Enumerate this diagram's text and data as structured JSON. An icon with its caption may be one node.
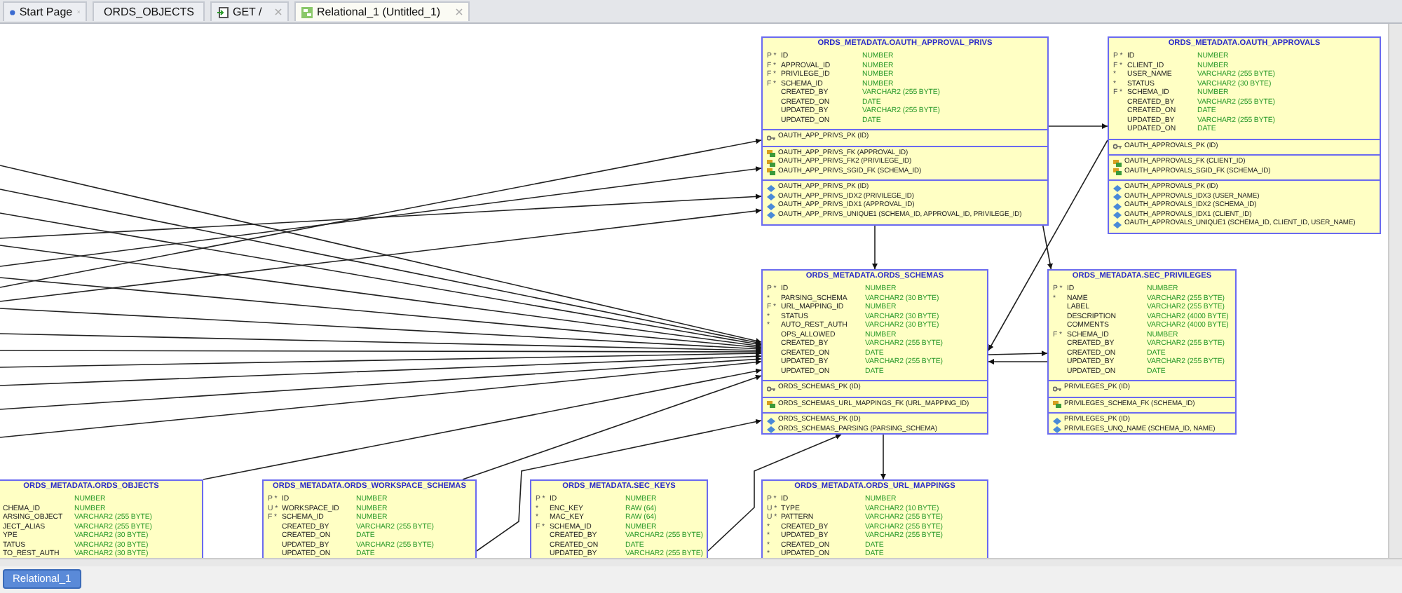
{
  "diagram": {
    "nodes": [
      {
        "text": [
          "ORDS_METADATA.OAUTH_APPROVAL_PRIVS"
        ]
      },
      {
        "in": 0,
        "text": [
          "P *",
          "F *",
          "F *",
          "F *"
        ]
      },
      {
        "in": 0,
        "text": [
          "ID",
          "APPROVAL_ID",
          "PRIVILEGE_ID",
          "SCHEMA_ID",
          "CREATED_BY",
          "CREATED_ON",
          "UPDATED_BY",
          "UPDATED_ON"
        ]
      },
      {
        "in": 0,
        "text": [
          "NUMBER",
          "NUMBER",
          "NUMBER",
          "NUMBER",
          "VARCHAR2 (255 BYTE)",
          "DATE",
          "VARCHAR2 (255 BYTE)",
          "DATE"
        ]
      },
      {
        "in": 0,
        "text": [
          "OAUTH_APP_PRIVS_PK (ID)"
        ]
      },
      {
        "in": 0,
        "text": [
          "OAUTH_APP_PRIVS_FK (APPROVAL_ID)",
          "OAUTH_APP_PRIVS_FK2 (PRIVILEGE_ID)",
          "OAUTH_APP_PRIVS_SGID_FK (SCHEMA_ID)"
        ]
      },
      {
        "in": 0,
        "text": [
          "OAUTH_APP_PRIVS_PK (ID)",
          "OAUTH_APP_PRIVS_IDX2 (PRIVILEGE_ID)",
          "OAUTH_APP_PRIVS_IDX1 (APPROVAL_ID)",
          "OAUTH_APP_PRIVS_UNIQUE1 (SCHEMA_ID, APPROVAL_ID, PRIVILEGE_ID)"
        ]
      },
      {
        "text": [
          "ORDS_METADATA.OAUTH_APPROVALS"
        ]
      },
      {
        "in": 7,
        "text": [
          "P *",
          "F *",
          "*",
          "*",
          "F *"
        ]
      },
      {
        "in": 7,
        "text": [
          "ID",
          "CLIENT_ID",
          "USER_NAME",
          "STATUS",
          "SCHEMA_ID",
          "CREATED_BY",
          "CREATED_ON",
          "UPDATED_BY",
          "UPDATED_ON"
        ]
      },
      {
        "in": 7,
        "text": [
          "NUMBER",
          "NUMBER",
          "VARCHAR2 (255 BYTE)",
          "VARCHAR2 (30 BYTE)",
          "NUMBER",
          "VARCHAR2 (255 BYTE)",
          "DATE",
          "VARCHAR2 (255 BYTE)",
          "DATE"
        ]
      },
      {
        "in": 7,
        "text": [
          "OAUTH_APPROVALS_PK (ID)"
        ]
      },
      {
        "in": 7,
        "text": [
          "OAUTH_APPROVALS_FK (CLIENT_ID)",
          "OAUTH_APPROVALS_SGID_FK (SCHEMA_ID)"
        ]
      },
      {
        "in": 7,
        "text": [
          "OAUTH_APPROVALS_PK (ID)",
          "OAUTH_APPROVALS_IDX3 (USER_NAME)",
          "OAUTH_APPROVALS_IDX2 (SCHEMA_ID)",
          "OAUTH_APPROVALS_IDX1 (CLIENT_ID)",
          "OAUTH_APPROVALS_UNIQUE1 (SCHEMA_ID, CLIENT_ID, USER_NAME)"
        ]
      },
      {
        "text": [
          "ORDS_METADATA.ORDS_SCHEMAS"
        ]
      },
      {
        "in": 14,
        "text": [
          "P *",
          "*",
          "F *",
          "*",
          "*"
        ]
      },
      {
        "in": 14,
        "text": [
          "ID",
          "PARSING_SCHEMA",
          "URL_MAPPING_ID",
          "STATUS",
          "AUTO_REST_AUTH",
          "OPS_ALLOWED",
          "CREATED_BY",
          "CREATED_ON",
          "UPDATED_BY",
          "UPDATED_ON"
        ]
      },
      {
        "in": 14,
        "text": [
          "NUMBER",
          "VARCHAR2 (30 BYTE)",
          "NUMBER",
          "VARCHAR2 (30 BYTE)",
          "VARCHAR2 (30 BYTE)",
          "NUMBER",
          "VARCHAR2 (255 BYTE)",
          "DATE",
          "VARCHAR2 (255 BYTE)",
          "DATE"
        ]
      },
      {
        "in": 14,
        "text": [
          "ORDS_SCHEMAS_PK (ID)"
        ]
      },
      {
        "in": 14,
        "text": [
          "ORDS_SCHEMAS_URL_MAPPINGS_FK (URL_MAPPING_ID)"
        ]
      },
      {
        "in": 14,
        "text": [
          "ORDS_SCHEMAS_PK (ID)",
          "ORDS_SCHEMAS_PARSING (PARSING_SCHEMA)"
        ]
      },
      {
        "text": [
          "ORDS_METADATA.SEC_PRIVILEGES"
        ]
      },
      {
        "in": 21,
        "text": [
          "P *",
          "*"
        ]
      },
      {
        "in": 21,
        "text": [
          "F *"
        ]
      },
      {
        "in": 21,
        "text": [
          "ID",
          "NAME",
          "LABEL",
          "DESCRIPTION",
          "COMMENTS",
          "SCHEMA_ID",
          "CREATED_BY",
          "CREATED_ON",
          "UPDATED_BY",
          "UPDATED_ON"
        ]
      },
      {
        "in": 21,
        "text": [
          "NUMBER",
          "VARCHAR2 (255 BYTE)",
          "VARCHAR2 (255 BYTE)",
          "VARCHAR2 (4000 BYTE)",
          "VARCHAR2 (4000 BYTE)",
          "NUMBER",
          "VARCHAR2 (255 BYTE)",
          "DATE",
          "VARCHAR2 (255 BYTE)",
          "DATE"
        ]
      },
      {
        "in": 21,
        "text": [
          "PRIVILEGES_PK (ID)"
        ]
      },
      {
        "in": 21,
        "text": [
          "PRIVILEGES_SCHEMA_FK (SCHEMA_ID)"
        ]
      },
      {
        "in": 21,
        "text": [
          "PRIVILEGES_PK (ID)",
          "PRIVILEGES_UNQ_NAME (SCHEMA_ID, NAME)"
        ]
      },
      {
        "text": [
          "ORDS_METADATA.ORDS_OBJECTS"
        ]
      },
      {
        "in": 29,
        "text": [
          "CHEMA_ID",
          "ARSING_OBJECT",
          "JECT_ALIAS",
          "YPE",
          "TATUS",
          "TO_REST_AUTH"
        ]
      },
      {
        "in": 29,
        "text": [
          "NUMBER",
          "NUMBER",
          "VARCHAR2 (255 BYTE)",
          "VARCHAR2 (255 BYTE)",
          "VARCHAR2 (30 BYTE)",
          "VARCHAR2 (30 BYTE)",
          "VARCHAR2 (30 BYTE)"
        ]
      },
      {
        "text": [
          "ORDS_METADATA.ORDS_WORKSPACE_SCHEMAS"
        ]
      },
      {
        "in": 32,
        "text": [
          "P *",
          "U *",
          "F *"
        ]
      },
      {
        "in": 32,
        "text": [
          "ID",
          "WORKSPACE_ID",
          "SCHEMA_ID",
          "CREATED_BY",
          "CREATED_ON",
          "UPDATED_BY",
          "UPDATED_ON"
        ]
      },
      {
        "in": 32,
        "text": [
          "NUMBER",
          "NUMBER",
          "NUMBER",
          "VARCHAR2 (255 BYTE)",
          "DATE",
          "VARCHAR2 (255 BYTE)",
          "DATE"
        ]
      },
      {
        "text": [
          "ORDS_METADATA.SEC_KEYS"
        ]
      },
      {
        "in": 36,
        "text": [
          "P *",
          "*",
          "*",
          "F *"
        ]
      },
      {
        "in": 36,
        "text": [
          "ID",
          "ENC_KEY",
          "MAC_KEY",
          "SCHEMA_ID",
          "CREATED_BY",
          "CREATED_ON",
          "UPDATED_BY"
        ]
      },
      {
        "in": 36,
        "text": [
          "NUMBER",
          "RAW (64)",
          "RAW (64)",
          "NUMBER",
          "VARCHAR2 (255 BYTE)",
          "DATE",
          "VARCHAR2 (255 BYTE)"
        ]
      },
      {
        "text": [
          "ORDS_METADATA.ORDS_URL_MAPPINGS"
        ]
      },
      {
        "in": 40,
        "text": [
          "P *",
          "U *",
          "U *",
          "*",
          "*",
          "*",
          "*"
        ]
      },
      {
        "in": 40,
        "text": [
          "ID",
          "TYPE",
          "PATTERN",
          "CREATED_BY",
          "UPDATED_BY",
          "CREATED_ON",
          "UPDATED_ON"
        ]
      },
      {
        "in": 40,
        "text": [
          "NUMBER",
          "VARCHAR2 (10 BYTE)",
          "VARCHAR2 (255 BYTE)",
          "VARCHAR2 (255 BYTE)",
          "VARCHAR2 (255 BYTE)",
          "DATE",
          "DATE"
        ]
      }
    ],
    "edges": [
      {
        "from": null,
        "to": 14,
        "arrow": "to"
      },
      {
        "from": null,
        "to": 14,
        "arrow": "to"
      },
      {
        "from": null,
        "to": 14,
        "arrow": "to"
      },
      {
        "from": null,
        "to": 14,
        "arrow": "to"
      },
      {
        "from": null,
        "to": 14,
        "arrow": "to"
      },
      {
        "from": null,
        "to": 14,
        "arrow": "to"
      },
      {
        "from": null,
        "to": 14,
        "arrow": "to"
      },
      {
        "from": null,
        "to": 14,
        "arrow": "to"
      },
      {
        "from": null,
        "to": 14,
        "arrow": "to"
      },
      {
        "from": null,
        "to": 14,
        "arrow": "to"
      },
      {
        "from": null,
        "to": 14,
        "arrow": "to"
      },
      {
        "from": null,
        "to": 14,
        "arrow": "to"
      },
      {
        "from": null,
        "to": 0,
        "arrow": "to"
      },
      {
        "from": null,
        "to": 0,
        "arrow": "to"
      },
      {
        "from": null,
        "to": 0,
        "arrow": "to"
      },
      {
        "from": null,
        "to": 0,
        "arrow": "to"
      },
      {
        "from": 29,
        "to": 14,
        "arrow": "to"
      },
      {
        "from": 32,
        "to": 14,
        "arrow": "to"
      },
      {
        "from": 32,
        "to": 14,
        "arrow": "to"
      },
      {
        "from": 36,
        "to": 14,
        "arrow": "to"
      },
      {
        "from": 14,
        "to": 40,
        "arrow": "to"
      },
      {
        "from": 0,
        "to": 14,
        "arrow": "to"
      },
      {
        "from": 0,
        "to": 21,
        "arrow": "to"
      },
      {
        "from": 0,
        "to": 7,
        "arrow": "to"
      },
      {
        "from": 7,
        "to": 14,
        "arrow": "to"
      },
      {
        "from": 21,
        "to": 14,
        "arrow": "to"
      },
      {
        "from": 14,
        "to": 21,
        "arrow": "to"
      }
    ],
    "labels": [
      "Start Page",
      "ORDS_OBJECTS",
      "GET /",
      "Relational_1 (Untitled_1)",
      "Relational_1"
    ]
  }
}
